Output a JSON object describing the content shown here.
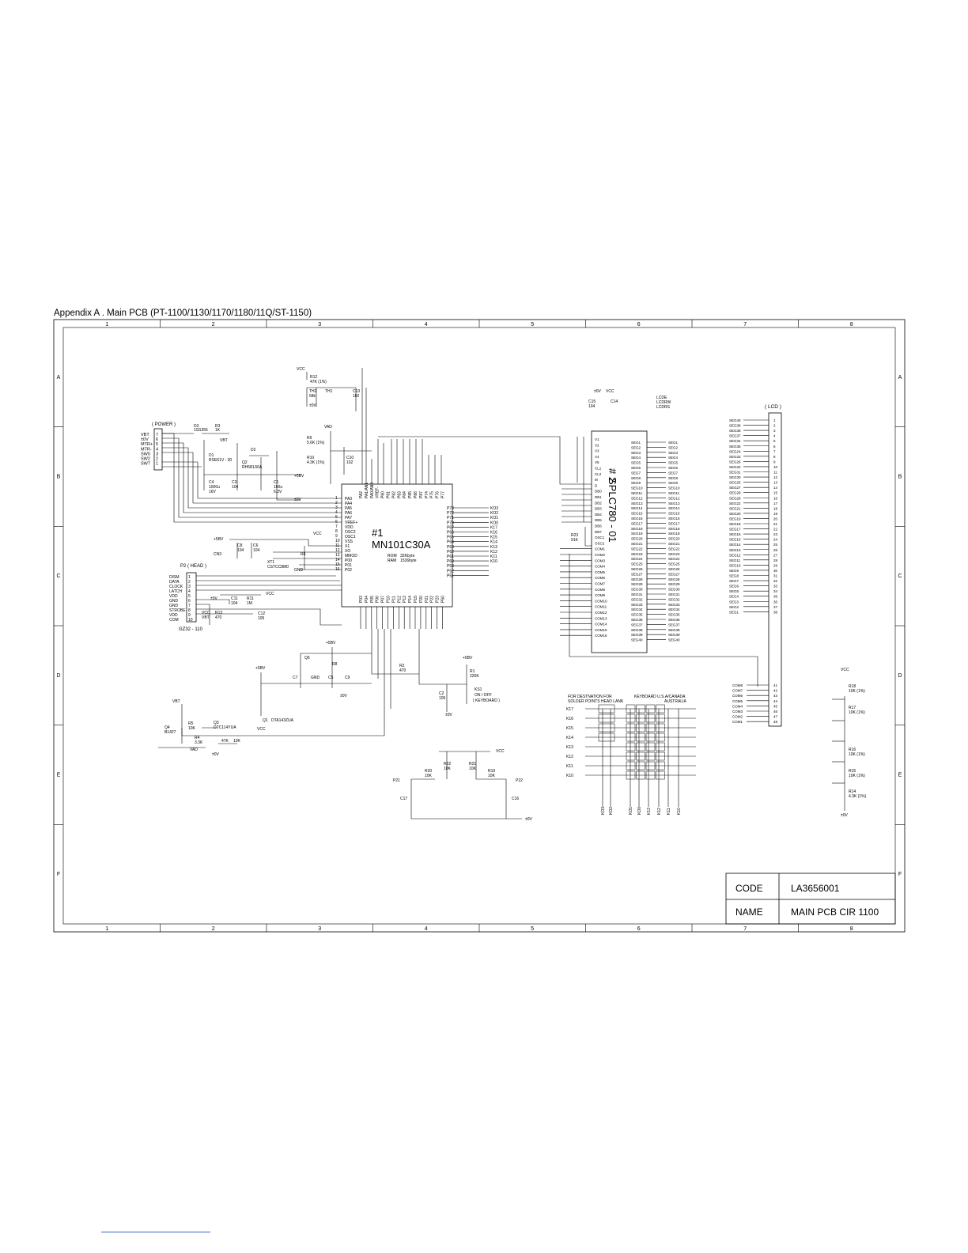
{
  "title": "Appendix  A . Main PCB (PT-1100/1130/1170/1180/11Q/ST-1150)",
  "frame": {
    "columns": [
      "1",
      "2",
      "3",
      "4",
      "5",
      "6",
      "7",
      "8"
    ],
    "rows": [
      "A",
      "B",
      "C",
      "D",
      "E",
      "F"
    ]
  },
  "title_block": {
    "code_label": "CODE",
    "code_value": "LA3656001",
    "name_label": "NAME",
    "name_value": "MAIN PCB CIR 1100"
  },
  "ic1": {
    "ref": "#1",
    "part": "MN101C30A",
    "rom_label": "ROM",
    "rom_value": "32Kbyte",
    "ram_label": "RAM",
    "ram_value": "1536byte",
    "left_pins": [
      "PA3",
      "PA4",
      "PA5",
      "PA6",
      "PA7",
      "VREF+",
      "VDD",
      "OSC2",
      "OSC1",
      "VSS",
      "X1",
      "XO",
      "MMOD",
      "P00",
      "P01",
      "P02"
    ],
    "left_nums": [
      "1",
      "2",
      "3",
      "4",
      "5",
      "6",
      "7",
      "8",
      "9",
      "10",
      "11",
      "12",
      "13",
      "14",
      "15",
      "16"
    ],
    "right_pins": [
      "P73",
      "P72",
      "P71",
      "P70",
      "P67",
      "P66",
      "P65",
      "P64",
      "P63",
      "P62",
      "P61",
      "P60",
      "P53",
      "P52",
      "P51"
    ],
    "right_nets": [
      "KO3",
      "KO2",
      "KO1",
      "KO0",
      "K17",
      "K16",
      "K15",
      "K14",
      "K13",
      "K12",
      "K11",
      "K10",
      "",
      "",
      ""
    ],
    "top_pins": [
      "PA2",
      "PA1/AN1",
      "PA0/AN0",
      "VREF-",
      "P80",
      "P81",
      "P82",
      "P83",
      "P84",
      "P85",
      "P86",
      "P87",
      "P74",
      "P75",
      "P76",
      "P77"
    ],
    "bottom_pins": [
      "P03",
      "P04",
      "P05",
      "P06",
      "P07",
      "P10",
      "P11",
      "P12",
      "P13",
      "P14",
      "P15",
      "P20",
      "P21",
      "P22",
      "P23",
      "P50"
    ]
  },
  "ic2": {
    "ref": "# 2",
    "part": "SPLC780 - 01",
    "left_pins": [
      "V1",
      "V2",
      "V3",
      "V4",
      "V5",
      "CL1",
      "CL2",
      "M",
      "D",
      "DB0",
      "DB1",
      "DB2",
      "DB3",
      "DB4",
      "DB5",
      "DB6",
      "DB7",
      "OSC1",
      "OSC2",
      "COM1",
      "COM2",
      "COM3",
      "COM4",
      "COM5",
      "COM6",
      "COM7",
      "COM8",
      "COM9",
      "COM10",
      "COM11",
      "COM12",
      "COM13",
      "COM14",
      "COM15",
      "COM16"
    ],
    "seg_outputs": [
      "SEG1",
      "SEG2",
      "SEG3",
      "SEG4",
      "SEG5",
      "SEG6",
      "SEG7",
      "SEG8",
      "SEG9",
      "SEG10",
      "SEG11",
      "SEG12",
      "SEG13",
      "SEG14",
      "SEG15",
      "SEG16",
      "SEG17",
      "SEG18",
      "SEG19",
      "SEG20",
      "SEG21",
      "SEG22",
      "SEG23",
      "SEG24",
      "SEG25",
      "SEG26",
      "SEG27",
      "SEG28",
      "SEG29",
      "SEG30",
      "SEG31",
      "SEG32",
      "SEG33",
      "SEG34",
      "SEG35",
      "SEG36",
      "SEG37",
      "SEG38",
      "SEG39",
      "SEG40"
    ]
  },
  "lcd": {
    "label": "( LCD )",
    "seg_order": [
      "SEG40",
      "SEG38",
      "SEG36",
      "SEG37",
      "SEG34",
      "SEG35",
      "SEG24",
      "SEG33",
      "SEG26",
      "SEG32",
      "SEG31",
      "SEG30",
      "SEG25",
      "SEG27",
      "SEG29",
      "SEG28",
      "SEG22",
      "SEG21",
      "SEG20",
      "SEG19",
      "SEG18",
      "SEG17",
      "SEG16",
      "SEG15",
      "SEG14",
      "SEG13",
      "SEG12",
      "SEG11",
      "SEG10",
      "SEG9",
      "SEG8",
      "SEG7",
      "SEG6",
      "SEG5",
      "SEG4",
      "SEG3",
      "SEG2",
      "SEG1"
    ],
    "com_order": [
      "COM8",
      "COM7",
      "COM6",
      "COM5",
      "COM4",
      "COM3",
      "COM2",
      "COM1"
    ]
  },
  "power": {
    "label": "( POWER )",
    "pins": [
      "VBT",
      "±0V",
      "MTR+",
      "MTR-",
      "SW0",
      "SW2",
      "SW7"
    ],
    "pin_nums": [
      "7",
      "6",
      "5",
      "4",
      "3",
      "2",
      "1"
    ]
  },
  "head": {
    "label": "P2  ( HEAD )",
    "pins": [
      "DISM",
      "DATA",
      "CLOCK",
      "LATCH",
      "VDD",
      "GND",
      "GND",
      "STROBE",
      "VDD",
      "COM"
    ],
    "model": "GZ32 - 110"
  },
  "keyboard": {
    "dest_label": "FOR DESTNATION  FOR",
    "solder_label": "SOLDER POINTS   HEAD LANK",
    "kb_label": "KEYBOARD  U.S.A/CANADA",
    "region": "AUSTRALIA",
    "row_nets": [
      "K17",
      "K16",
      "K15",
      "K14",
      "K13",
      "K12",
      "K11",
      "K10"
    ],
    "col_nets": [
      "KO3",
      "KO2",
      "KO1",
      "KO0",
      "K13",
      "K12",
      "K11",
      "K10"
    ],
    "onoff_label": "KS1",
    "onoff_text": "ON / OFF",
    "onoff_sub": "( KEYBOARD )"
  },
  "nets": {
    "vcc": "VCC",
    "p5v": "+5BV",
    "gnd": "±0V",
    "vad": "VAD",
    "vbt": "VBT",
    "cn3": "CN3",
    "gnd_text": "GND"
  },
  "parts": {
    "r12": "R12",
    "r12v": "47K (1%)",
    "th2": "TH2",
    "th1": "TH1",
    "th2v": "58k",
    "c13": "C13",
    "c13v": "102",
    "r9": "R9",
    "r9v": "5.6K (1%)",
    "r10": "R10",
    "r10v": "4.3K (1%)",
    "c10": "C10",
    "c10v": "102",
    "d3": "D3",
    "d3v": "1SS355",
    "r3": "R3",
    "r3v": "1K",
    "d1": "D1",
    "d1v": "RSE61V - 30",
    "d2": "D2",
    "q2": "Q2",
    "q2v": "RH5RL50A",
    "c4": "C4",
    "c4v": "1000u",
    "c4v2": "16V",
    "c3": "C3",
    "c3v": "104",
    "c1": "C1",
    "c1v": "100u",
    "c1v2": "6.3V",
    "c8": "C8",
    "c8v": "104",
    "c6": "C6",
    "c6v": "104",
    "xt1": "XT1",
    "xt1v": "CSTCC8M0",
    "r6": "R6",
    "c11": "C11",
    "c11v": "104",
    "r11": "R11",
    "r11v": "1M",
    "r13": "R13",
    "r13v": "470",
    "c12": "C12",
    "c12v": "105",
    "q6": "Q6",
    "r8": "R8",
    "c7": "C7",
    "c5": "C5",
    "c9": "C9",
    "r2": "R2",
    "r2v": "470",
    "r1": "R1",
    "r1v": "220K",
    "c2": "C2",
    "c2v": "105",
    "q1": "Q1",
    "q1v": "DTA143ZUA",
    "r5": "R5",
    "r5v": "10K",
    "r4": "R4",
    "r4v": "3.3K",
    "q4": "Q4",
    "q4v": "B1427",
    "q3": "Q3",
    "q3v": "DTC114YUA",
    "r47a": "47K",
    "r10ka": "10K",
    "r22": "R22",
    "r22v": "10K",
    "r20": "R20",
    "r20v": "10K",
    "r21": "R21",
    "r21v": "10K",
    "r19": "R19",
    "r19v": "10K",
    "c17": "C17",
    "c16": "C16",
    "p21": "P21",
    "p22": "P22",
    "r23": "R23",
    "r23v": "91K",
    "c15": "C15",
    "c15v": "104",
    "c14": "C14",
    "r18": "R18",
    "r18v": "10K (1%)",
    "r17": "R17",
    "r17v": "10K (1%)",
    "r16": "R16",
    "r16v": "10K (1%)",
    "r15": "R15",
    "r15v": "10K (1%)",
    "r14": "R14",
    "r14v": "4.3K (1%)",
    "lcde": "LCDE",
    "lcdrw": "LCDRW",
    "lcdrs": "LCDRS"
  }
}
